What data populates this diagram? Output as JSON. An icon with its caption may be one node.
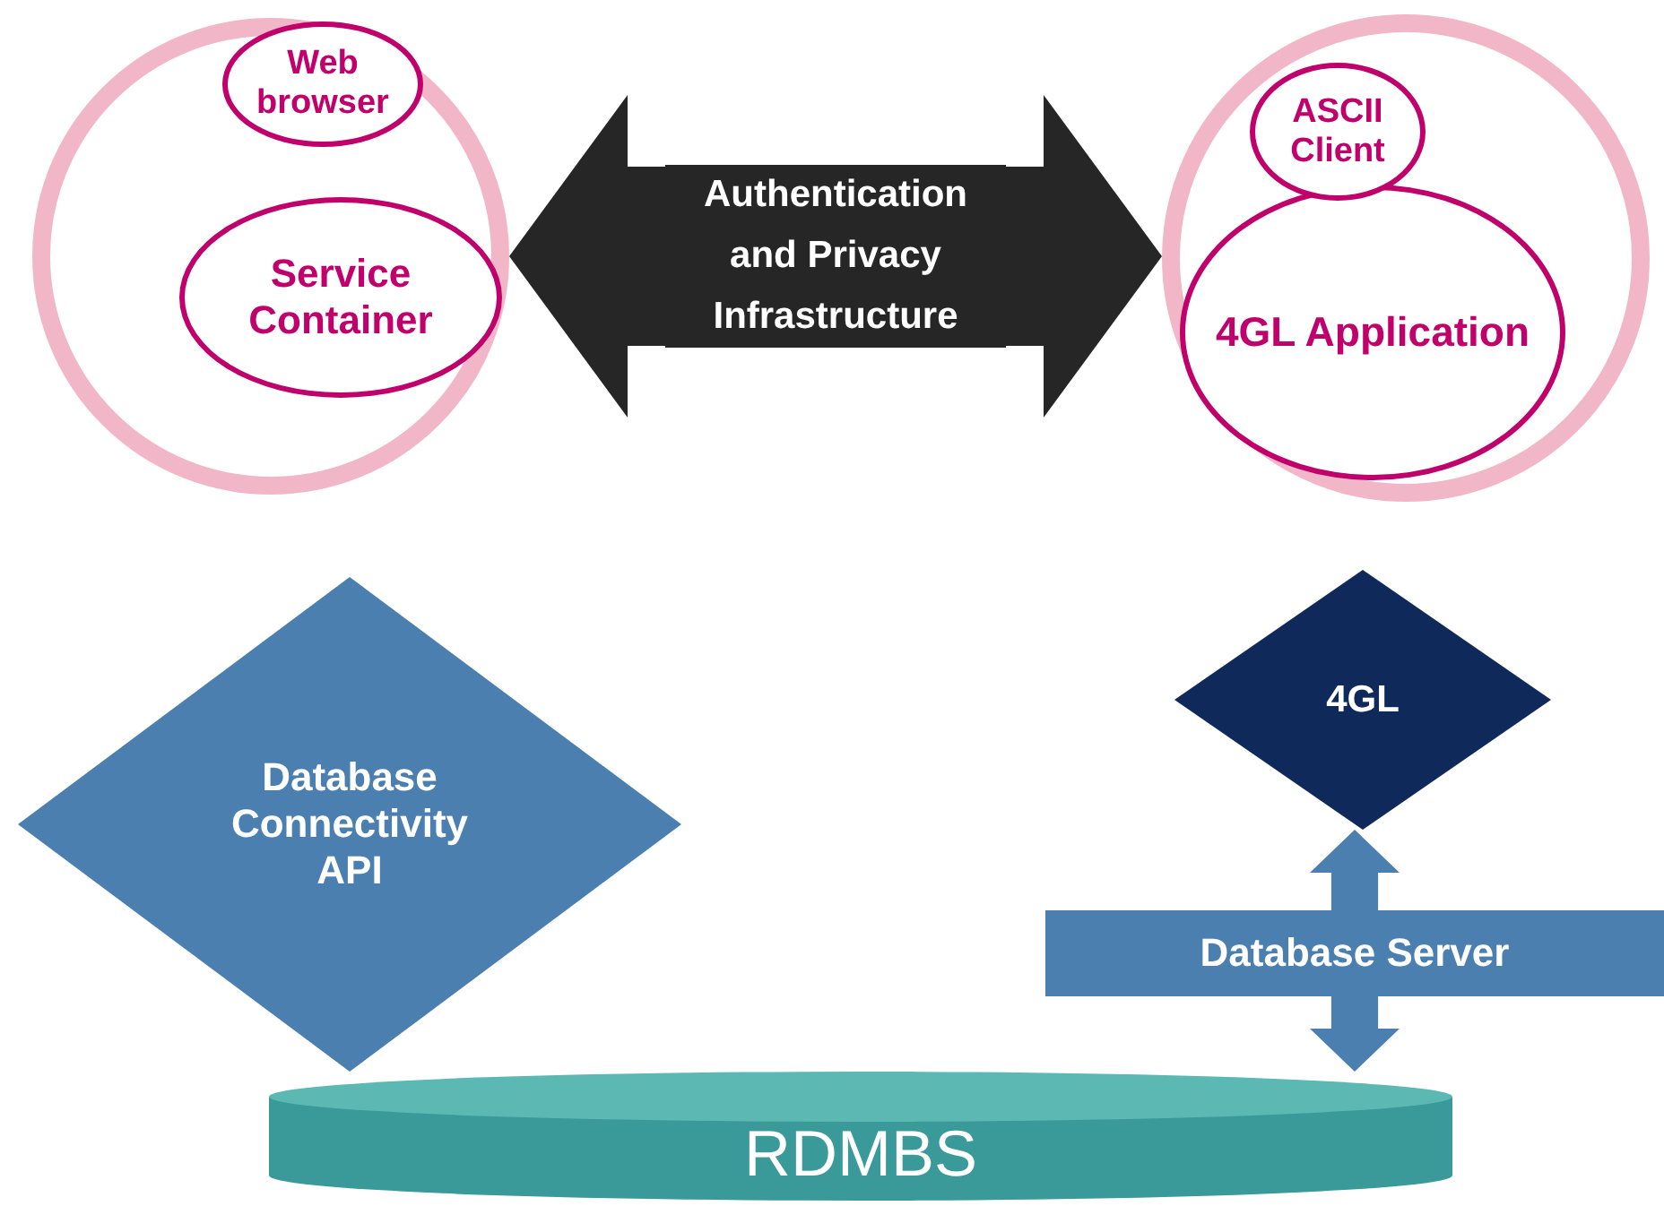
{
  "diagram": {
    "nodes": [
      {
        "text": [],
        "shape": "circle"
      },
      {
        "text": [
          "Web browser"
        ],
        "in": 0
      },
      {
        "text": [
          "Service Container"
        ],
        "in": 0
      },
      {
        "text": [],
        "shape": "circle"
      },
      {
        "text": [
          "ASCII Client"
        ],
        "in": 3
      },
      {
        "text": [
          "4GL Application"
        ],
        "in": 3
      },
      {
        "text": [
          "Database Connectivity API"
        ]
      },
      {
        "text": [
          "4GL"
        ]
      },
      {
        "text": [
          "Database Server"
        ]
      },
      {
        "text": [
          "RDMBS"
        ]
      }
    ],
    "edges": [
      {
        "from": 0,
        "to": 3,
        "arrow": "both",
        "label": "Authentication and Privacy Infrastructure",
        "style": "thick",
        "color": "#262626"
      },
      {
        "from": 8,
        "to": 7,
        "arrow": "to"
      },
      {
        "from": 8,
        "to": 9,
        "arrow": "to"
      }
    ]
  }
}
